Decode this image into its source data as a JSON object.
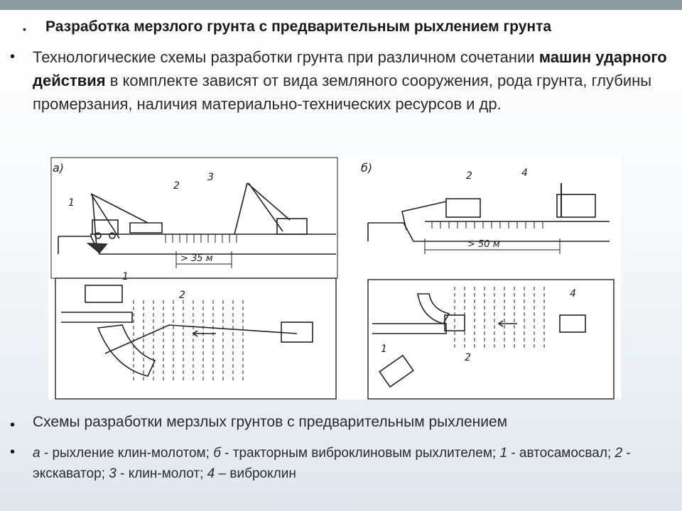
{
  "slide": {
    "title": "Разработка мерзлого грунта с предварительным рыхлением грунта",
    "para_start": "Технологические схемы разработки грунта при различном сочетании",
    "para_bold": "машин ударного действия",
    "para_end": " в комплекте зависят от вида земляного сооружения, рода грунта, глубины промерзания, наличия материально-технических ресурсов и др.",
    "caption": "Схемы разработки мерзлых грунтов с предварительным рыхлением",
    "legend": {
      "a_label": "а",
      "a_text": " - рыхление клин-молотом; ",
      "b_label": "б",
      "b_text": " - тракторным виброклиновым рыхлителем; ",
      "n1": "1",
      "t1": " - автосамосвал; ",
      "n2": "2",
      "t2": " - экскаватор; ",
      "n3": "3",
      "t3": " - клин-молот; ",
      "n4": "4",
      "t4": " – виброклин"
    }
  },
  "figure": {
    "panel_a_label": "а)",
    "panel_b_label": "б)",
    "dim_a": "> 35 м",
    "dim_b": "> 50 м",
    "a_num1": "1",
    "a_num2": "2",
    "a_num3": "3",
    "a_plan_num1": "1",
    "a_plan_num2": "2",
    "b_num2": "2",
    "b_num4": "4",
    "b_plan_num1": "1",
    "b_plan_num2": "2",
    "b_plan_num4": "4"
  }
}
